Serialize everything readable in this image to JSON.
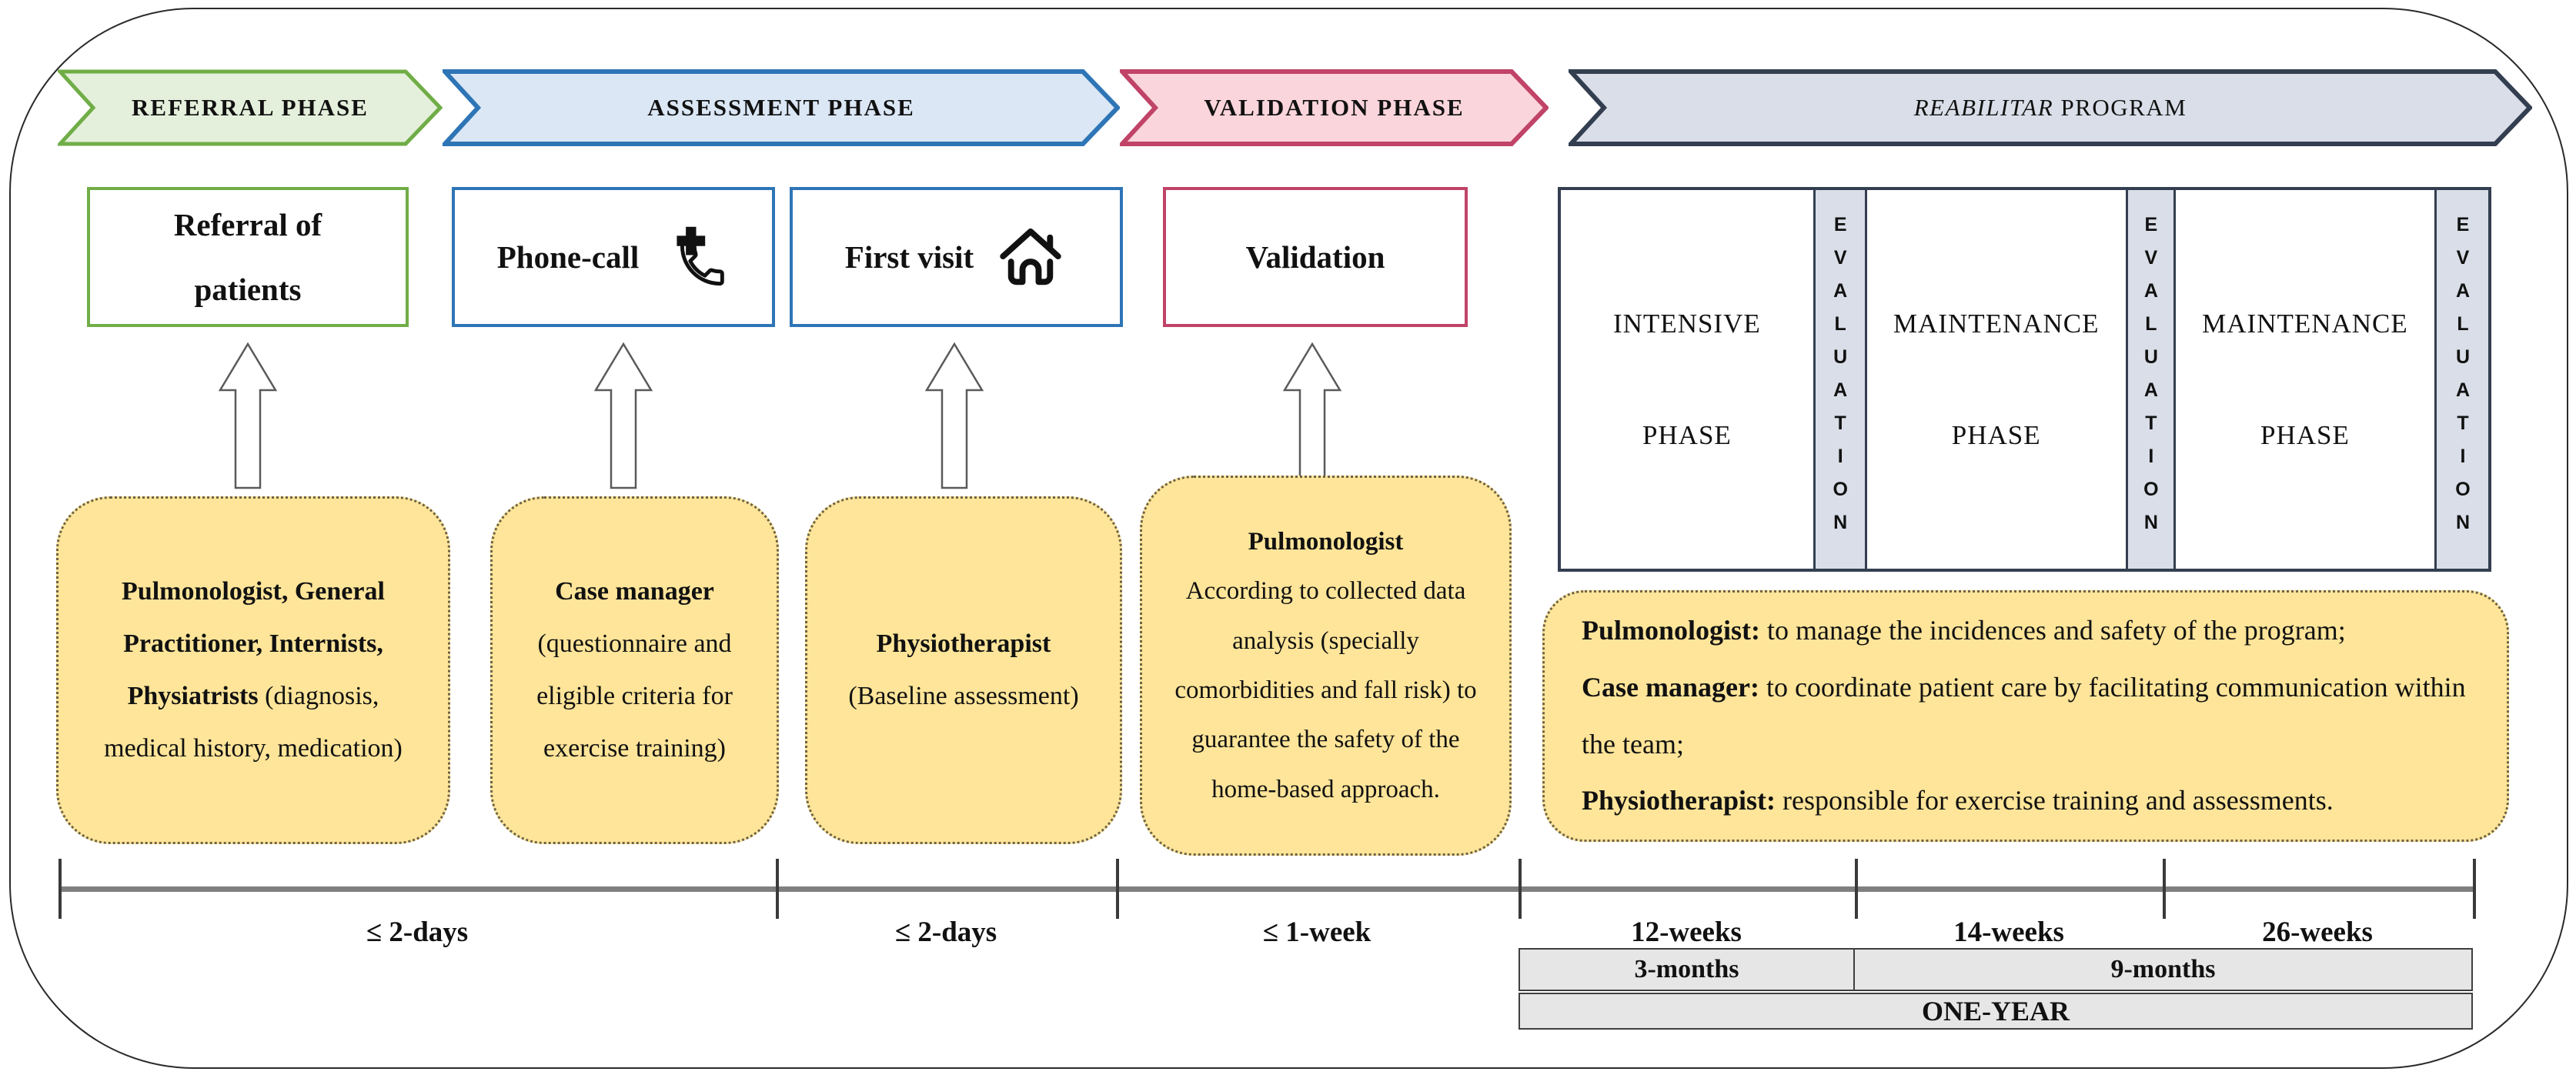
{
  "banners": [
    {
      "label": "REFERRAL PHASE",
      "fill": "#E4F0DC",
      "stroke": "#70AD47"
    },
    {
      "label": "ASSESSMENT PHASE",
      "fill": "#DBE7F5",
      "stroke": "#2E75B6"
    },
    {
      "label": "VALIDATION PHASE",
      "fill": "#FBD5DC",
      "stroke": "#C04368"
    },
    {
      "label_italic": "REABILITAR",
      "label_rest": "PROGRAM",
      "fill": "#D9DEE8",
      "stroke": "#333F50"
    }
  ],
  "steps": [
    {
      "line1": "Referral of",
      "line2": "patients"
    },
    {
      "label": "Phone-call",
      "icon": "phone-plus-icon"
    },
    {
      "label": "First visit",
      "icon": "home-icon"
    },
    {
      "label": "Validation"
    }
  ],
  "program": {
    "columns": [
      {
        "type": "phase",
        "line1": "INTENSIVE",
        "line2": "PHASE"
      },
      {
        "type": "evaluation",
        "label": "EVALUATION"
      },
      {
        "type": "phase",
        "line1": "MAINTENANCE",
        "line2": "PHASE"
      },
      {
        "type": "evaluation",
        "label": "EVALUATION"
      },
      {
        "type": "phase",
        "line1": "MAINTENANCE",
        "line2": "PHASE"
      },
      {
        "type": "evaluation",
        "label": "EVALUATION"
      }
    ]
  },
  "team_boxes": [
    {
      "bold": "Pulmonologist, General Practitioner, Internists, Physiatrists",
      "rest": "(diagnosis, medical history, medication)"
    },
    {
      "bold": "Case manager",
      "rest": "(questionnaire and eligible criteria for exercise training)"
    },
    {
      "bold": "Physiotherapist",
      "rest": "(Baseline assessment)"
    },
    {
      "bold": "Pulmonologist",
      "rest": "According to collected data analysis (specially comorbidities and fall risk) to guarantee the safety of the home-based approach."
    }
  ],
  "roles_box": {
    "lines": [
      {
        "bold": "Pulmonologist:",
        "rest": " to manage the incidences and safety of the program;"
      },
      {
        "bold": "Case manager:",
        "rest": " to coordinate patient care by facilitating communication within the team;"
      },
      {
        "bold": "Physiotherapist:",
        "rest": " responsible for exercise training and assessments."
      }
    ]
  },
  "timeline": {
    "segment_labels": [
      "≤ 2-days",
      "≤ 2-days",
      "≤ 1-week",
      "12-weeks",
      "14-weeks",
      "26-weeks"
    ],
    "bar_3_months": "3-months",
    "bar_9_months": "9-months",
    "bar_one_year": "ONE-YEAR"
  },
  "colors": {
    "referral_green_border": "#70AD47",
    "assessment_blue_border": "#2E75B6",
    "validation_pink_border": "#C04368",
    "program_slate_border": "#333F50",
    "evaluation_fill": "#D9DEE8",
    "note_yellow_fill": "#FFE599",
    "gray_bar_fill": "#E7E6E6"
  }
}
